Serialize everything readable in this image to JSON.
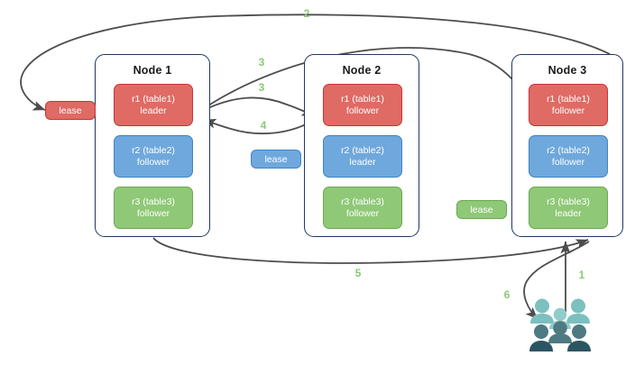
{
  "diagram": {
    "title": "raft-lease-replication-flow",
    "colors": {
      "r1": "#e06a64",
      "r1_border": "#cc3333",
      "r2": "#6fa8dc",
      "r2_border": "#3d85c6",
      "r3": "#8fc877",
      "r3_border": "#6aa84f",
      "node_border": "#1f3864",
      "arrow": "#4d4d4d",
      "step_label": "#8bc878",
      "people_light": "#7cc0c0",
      "people_dark": "#4e7a82",
      "people_darker": "#2c5563"
    }
  },
  "nodes": [
    {
      "id": "node1",
      "title": "Node 1",
      "replicas": [
        {
          "id": "n1-r1",
          "name": "r1 (table1)",
          "role": "leader",
          "color": "r1"
        },
        {
          "id": "n1-r2",
          "name": "r2 (table2)",
          "role": "follower",
          "color": "r2"
        },
        {
          "id": "n1-r3",
          "name": "r3 (table3)",
          "role": "follower",
          "color": "r3"
        }
      ]
    },
    {
      "id": "node2",
      "title": "Node 2",
      "replicas": [
        {
          "id": "n2-r1",
          "name": "r1 (table1)",
          "role": "follower",
          "color": "r1"
        },
        {
          "id": "n2-r2",
          "name": "r2 (table2)",
          "role": "leader",
          "color": "r2"
        },
        {
          "id": "n2-r3",
          "name": "r3 (table3)",
          "role": "follower",
          "color": "r3"
        }
      ]
    },
    {
      "id": "node3",
      "title": "Node 3",
      "replicas": [
        {
          "id": "n3-r1",
          "name": "r1 (table1)",
          "role": "follower",
          "color": "r1"
        },
        {
          "id": "n3-r2",
          "name": "r2 (table2)",
          "role": "follower",
          "color": "r2"
        },
        {
          "id": "n3-r3",
          "name": "r3 (table3)",
          "role": "leader",
          "color": "r3"
        }
      ]
    }
  ],
  "leases": [
    {
      "id": "lease-r1",
      "label": "lease",
      "color": "r1"
    },
    {
      "id": "lease-r2",
      "label": "lease",
      "color": "r2"
    },
    {
      "id": "lease-r3",
      "label": "lease",
      "color": "r3"
    }
  ],
  "steps": [
    {
      "id": "step-1",
      "label": "1",
      "meaning": "client sends request to Node 3"
    },
    {
      "id": "step-2",
      "label": "2",
      "meaning": "Node 3 routes to r1 lease holder"
    },
    {
      "id": "step-3a",
      "label": "3",
      "meaning": "leader replicates to Node 3 follower"
    },
    {
      "id": "step-3b",
      "label": "3",
      "meaning": "leader replicates to Node 2 follower"
    },
    {
      "id": "step-4",
      "label": "4",
      "meaning": "follower acknowledges to leader"
    },
    {
      "id": "step-5",
      "label": "5",
      "meaning": "response travels back toward Node 3"
    },
    {
      "id": "step-6",
      "label": "6",
      "meaning": "Node 3 responds to the client"
    }
  ],
  "actors": {
    "id": "clients",
    "label": "clients-group-icon"
  }
}
